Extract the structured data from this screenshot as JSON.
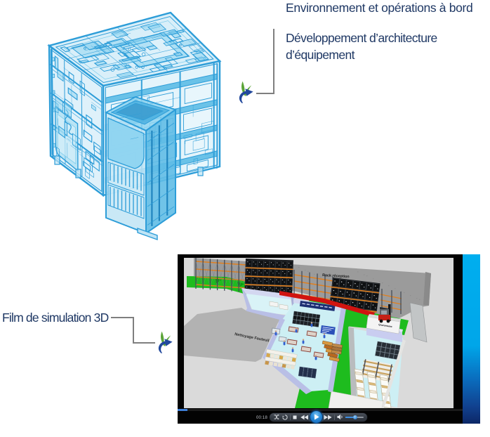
{
  "texts": {
    "heading_top": "Environnement et opérations à bord",
    "heading_equipment_line1": "Développement d’architecture",
    "heading_equipment_line2": "d’équipement",
    "film_label": "Film de simulation 3D"
  },
  "player": {
    "elapsed_time": "00:18",
    "control_names": [
      "shuffle",
      "repeat",
      "stop",
      "rewind",
      "play",
      "fast-forward",
      "mute",
      "volume"
    ]
  },
  "scene_labels": {
    "rack_reception": "Rack réception",
    "nettoyage_fauteuil": "Nettoyage Fauteuil",
    "quarantaine": "Quarantaine"
  },
  "colors": {
    "heading_text": "#1f3864",
    "callout_line": "#7f7f7f",
    "logo_green": "#5aa437",
    "logo_blue": "#21489c",
    "machine_stroke": "#2d9dd8",
    "machine_stroke_light": "#7ecdec",
    "machine_fill": "#bfe4f5",
    "machine_fill_bright": "#8ed4f0",
    "accent_strip_top": "#00aeef",
    "accent_strip_bottom": "#0c2766",
    "scene_green": "#1ebc1e",
    "scene_green_dark": "#0f9b12",
    "scene_red": "#d01410",
    "scene_wall_gray": "#9b9b9b",
    "scene_floor_gray": "#dadada",
    "scene_room_floor": "#cdeff4",
    "scene_wall_lavender": "#b9bfe6",
    "rack_orange": "#e07f1e",
    "play_button_blue": "#1d7fd6"
  }
}
